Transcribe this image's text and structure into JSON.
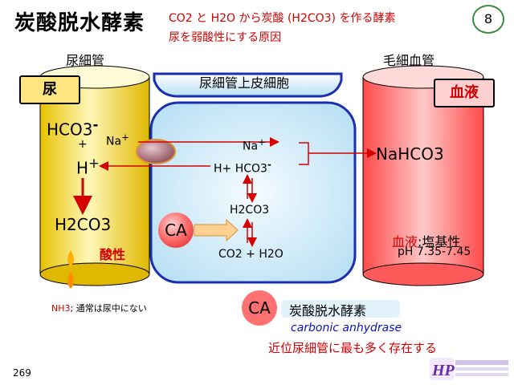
{
  "title": "炭酸脱水酵素",
  "subtitle_line1": "CO2 と H2O から炭酸 (H2CO3) を作る酵素",
  "subtitle_line2": "尿を弱酸性にする原因",
  "page_badge": "8",
  "tubule": {
    "header": "尿細管",
    "box_label": "尿"
  },
  "cell": {
    "header": "尿細管上皮細胞"
  },
  "capillary": {
    "header": "毛細血管",
    "box_label": "血液"
  },
  "urine_side": {
    "hco3": "HCO3",
    "hco3_charge": "-",
    "plus": "+",
    "h": "H",
    "h_charge": "+",
    "h2co3": "H2CO3",
    "acidic": "酸性"
  },
  "na_left": {
    "text": "Na",
    "charge": "+"
  },
  "cell_chem": {
    "na": "Na",
    "na_charge": "+",
    "h_plus_hco3_a": "H",
    "h_plus_hco3_b": "+ HCO3",
    "h_plus_hco3_charge": "-",
    "h2co3": "H2CO3",
    "co2_h2o": "CO2 + H2O"
  },
  "ca_badge": "CA",
  "blood": {
    "nahco3": "NaHCO3",
    "label": "血液",
    "label_rest": ":塩基性",
    "ph": "pH 7.35-7.45"
  },
  "nh3_note": {
    "nh3": "NH3",
    "rest": "; 通常は尿中にない"
  },
  "legend": {
    "ca": "CA",
    "name_jp": "炭酸脱水酵素",
    "name_en": "carbonic anhydrase",
    "note": "近位尿細管に最も多く存在する"
  },
  "footer_number": "269",
  "logo_text": "HP"
}
